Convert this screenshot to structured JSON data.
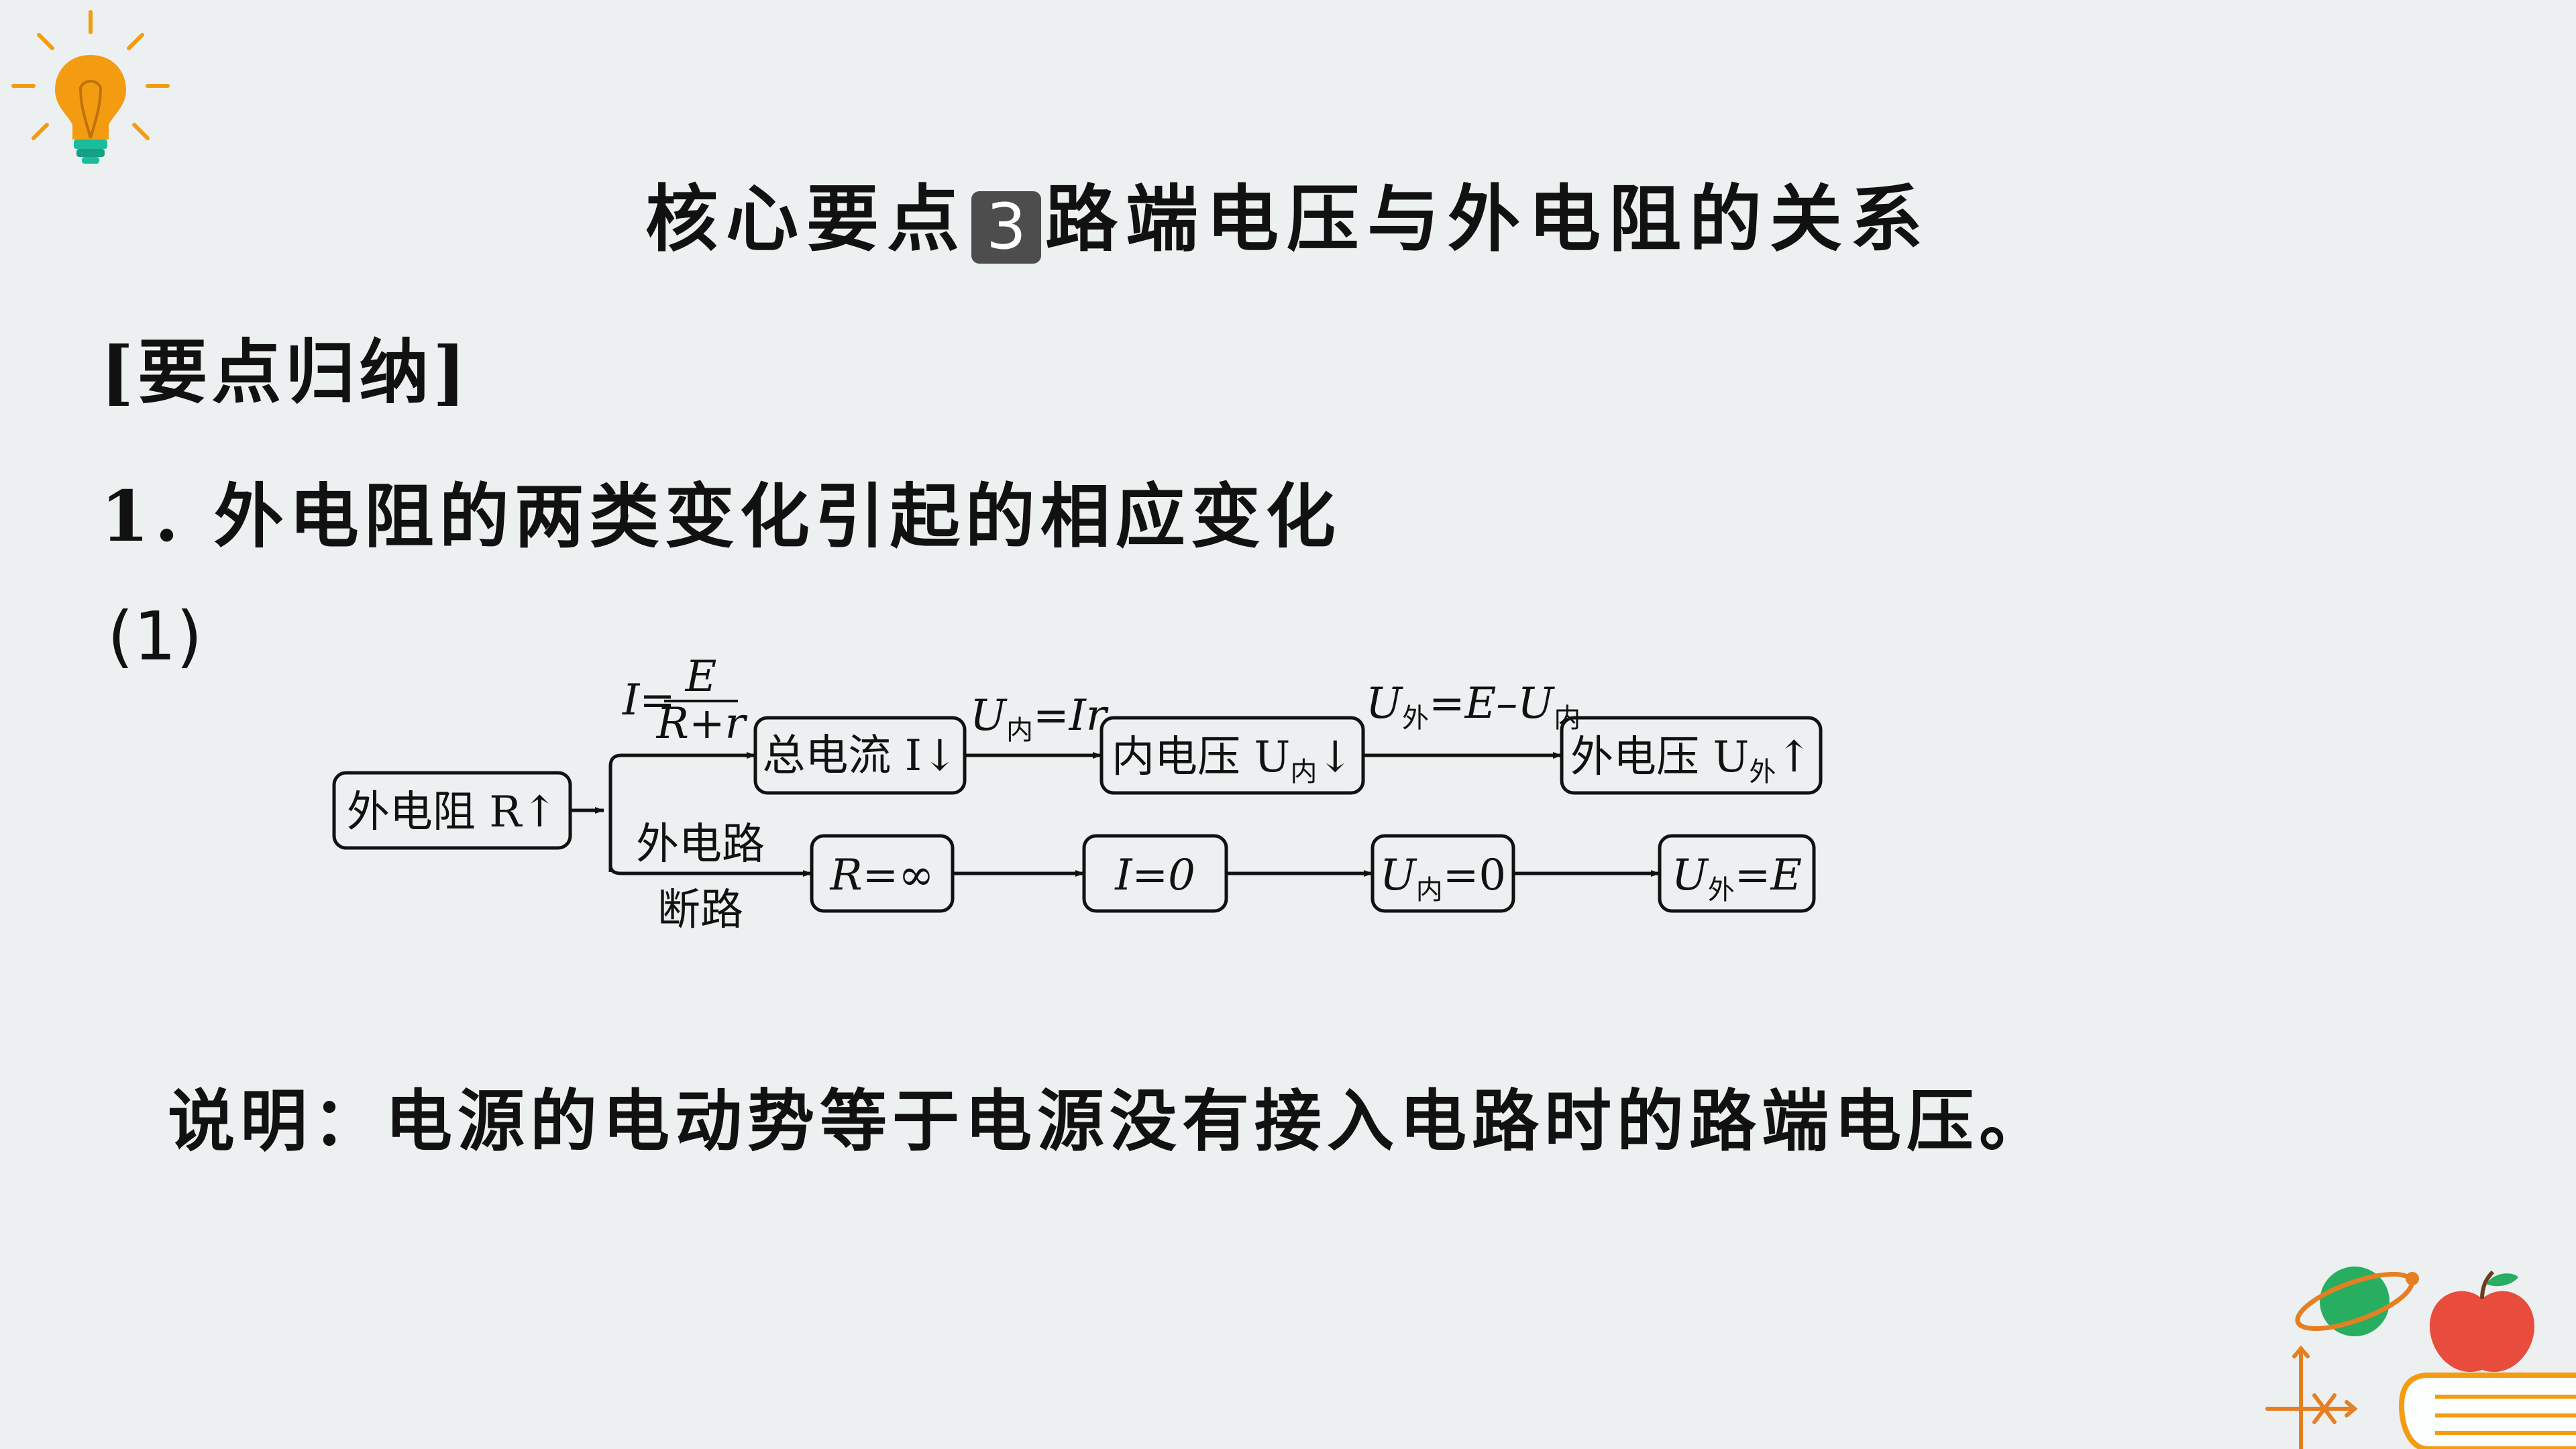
{
  "title": {
    "before": "核心要点",
    "number": "3",
    "after": "路端电压与外电阻的关系"
  },
  "section_heading": "[要点归纳]",
  "point_1": "1. 外电阻的两类变化引起的相应变化",
  "sub_1": "(1)",
  "diagram": {
    "start_box": "外电阻 R↑",
    "formula_current": {
      "lhs": "I=",
      "numerator": "E",
      "denominator": "R+r"
    },
    "box_total_current": "总电流 I↓",
    "formula_inner": {
      "base": "U",
      "sub": "内",
      "rest": "=Ir"
    },
    "box_inner_voltage": {
      "text": "内电压 U",
      "sub": "内",
      "arrow": "↓"
    },
    "formula_outer": {
      "base": "U",
      "sub": "外",
      "mid": "=E–U",
      "sub2": "内"
    },
    "box_outer_voltage": {
      "text": "外电压 U",
      "sub": "外",
      "arrow": "↑"
    },
    "branch_label_line1": "外电路",
    "branch_label_line2": "断路",
    "box_r_inf": "R=∞",
    "box_i_zero": "I=0",
    "box_u_inner_zero": {
      "base": "U",
      "sub": "内",
      "rest": "=0"
    },
    "box_u_outer_e": {
      "base": "U",
      "sub": "外",
      "rest": "=E"
    }
  },
  "note": "说明：电源的电动势等于电源没有接入电路时的路端电压。",
  "colors": {
    "background": "#ecf0f1",
    "bulb": "#f39c12",
    "bulb_base": "#1abc9c",
    "planet": "#27ae60",
    "ring": "#e67e22",
    "apple": "#e74c3c",
    "book": "#f39c12"
  },
  "icons": [
    "lightbulb-icon",
    "planet-icon",
    "apple-icon",
    "book-icon",
    "axis-icon"
  ]
}
